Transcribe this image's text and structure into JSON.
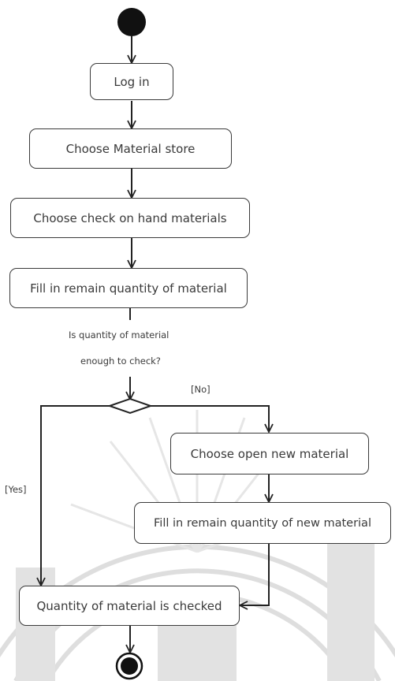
{
  "diagram": {
    "type": "activity-diagram",
    "activities": {
      "login": "Log in",
      "choose_store": "Choose Material store",
      "choose_check": "Choose check on hand materials",
      "fill_remain": "Fill in remain quantity of material",
      "open_new": "Choose open new material",
      "fill_new": "Fill in remain quantity of new material",
      "checked": "Quantity of material is checked"
    },
    "decision": {
      "question_line1": "Is quantity of material",
      "question_line2": "enough to check?",
      "no_label": "[No]",
      "yes_label": "[Yes]"
    }
  },
  "watermark": {
    "description": "university-seal-watermark",
    "color": "#d4d4d4"
  },
  "colors": {
    "stroke": "#222222",
    "text": "#3a3a3a",
    "background": "#ffffff"
  }
}
